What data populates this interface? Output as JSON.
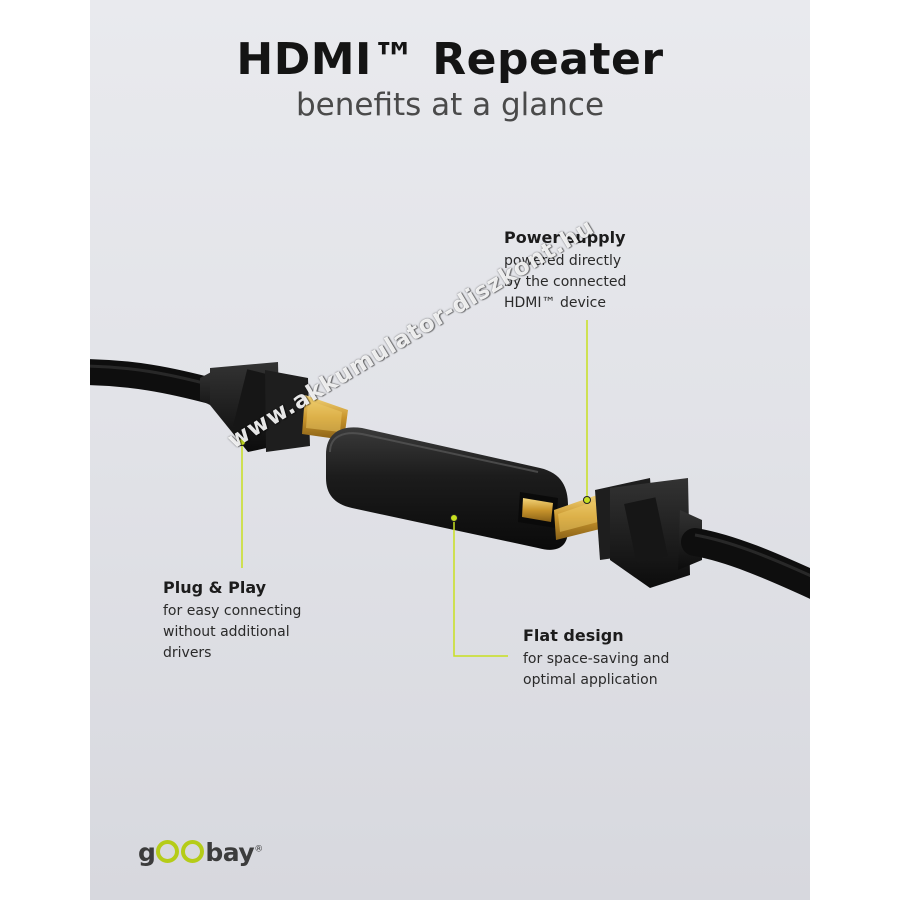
{
  "header": {
    "title": "HDMI™ Repeater",
    "subtitle": "benefits at a glance"
  },
  "callouts": {
    "power": {
      "title": "Power supply",
      "lines": [
        "powered directly",
        "by the connected",
        "HDMI™ device"
      ]
    },
    "plug": {
      "title": "Plug & Play",
      "lines": [
        "for easy connecting",
        "without additional",
        "drivers"
      ]
    },
    "flat": {
      "title": "Flat design",
      "lines": [
        "for space-saving and",
        "optimal application"
      ]
    }
  },
  "brand": {
    "prefix": "g",
    "suffix": "bay",
    "mark": "®"
  },
  "watermark": "www.akkumulator-diszkont.hu",
  "colors": {
    "accent": "#c8e020",
    "cable": "#121212",
    "gold": "#d4a83a"
  }
}
